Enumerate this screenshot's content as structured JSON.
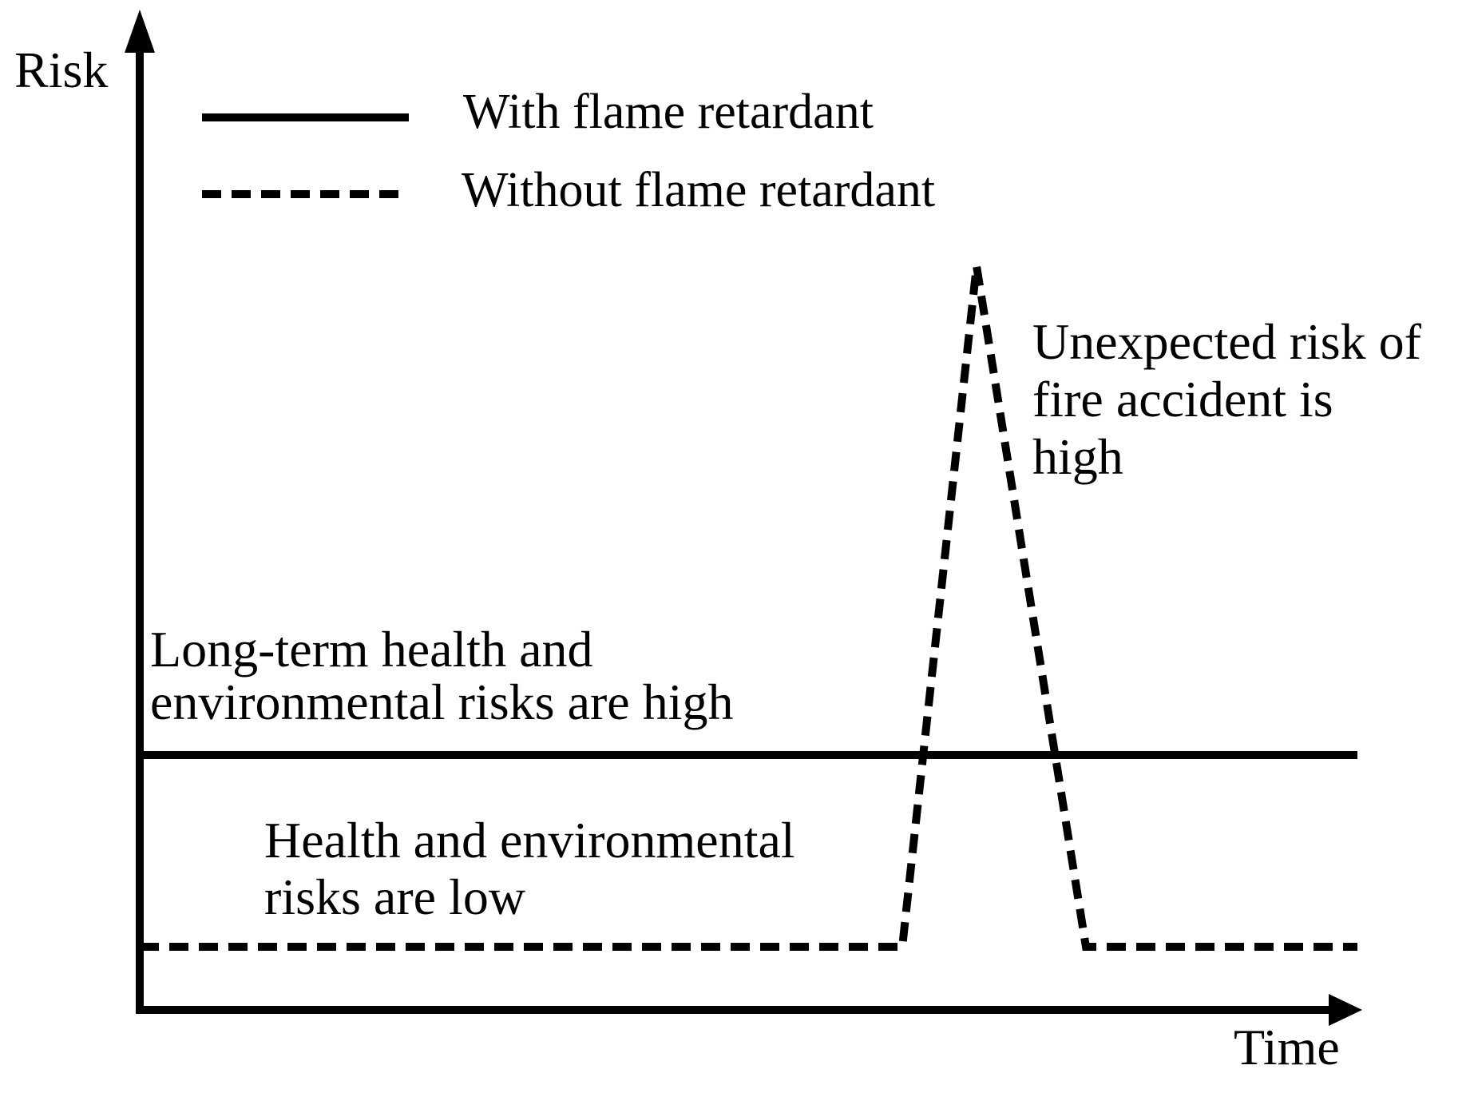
{
  "figure": {
    "background_color": "#ffffff",
    "ink_color": "#000000"
  },
  "axis_labels": {
    "y": "Risk",
    "x": "Time"
  },
  "legend": {
    "items": [
      {
        "label": "With flame retardant",
        "line_style": "solid"
      },
      {
        "label": "Without flame retardant",
        "line_style": "dashed"
      }
    ]
  },
  "annotations": {
    "fire": "Unexpected risk of\nfire accident is\nhigh",
    "long_term": "Long-term health and\nenvironmental risks are high",
    "low_risk": "Health and environmental\nrisks are low"
  },
  "chart_data": {
    "type": "line",
    "title": "",
    "xlabel": "Time",
    "ylabel": "Risk",
    "grid": false,
    "legend_position": "top-left-inside",
    "x_axis": {
      "tick_labels": [],
      "range_norm": [
        0,
        1
      ],
      "arrow": true
    },
    "y_axis": {
      "tick_labels": [],
      "range_norm": [
        0,
        1
      ],
      "arrow": true
    },
    "series": [
      {
        "name": "With flame retardant",
        "style": "solid",
        "points_norm": [
          {
            "x": 0.0,
            "y": 0.26
          },
          {
            "x": 1.0,
            "y": 0.26
          }
        ],
        "description": "Constant moderate risk level across all time"
      },
      {
        "name": "Without flame retardant",
        "style": "dashed",
        "points_norm": [
          {
            "x": 0.0,
            "y": 0.065
          },
          {
            "x": 0.625,
            "y": 0.065
          },
          {
            "x": 0.687,
            "y": 0.765
          },
          {
            "x": 0.777,
            "y": 0.065
          },
          {
            "x": 1.0,
            "y": 0.065
          }
        ],
        "description": "Low baseline risk with a tall transient spike"
      }
    ],
    "annotations": [
      {
        "text": "Unexpected risk of fire accident is high",
        "attached_to": "spike of dashed series"
      },
      {
        "text": "Long-term health and environmental risks are high",
        "attached_to": "solid series level"
      },
      {
        "text": "Health and environmental risks are low",
        "attached_to": "dashed series baseline"
      }
    ]
  }
}
